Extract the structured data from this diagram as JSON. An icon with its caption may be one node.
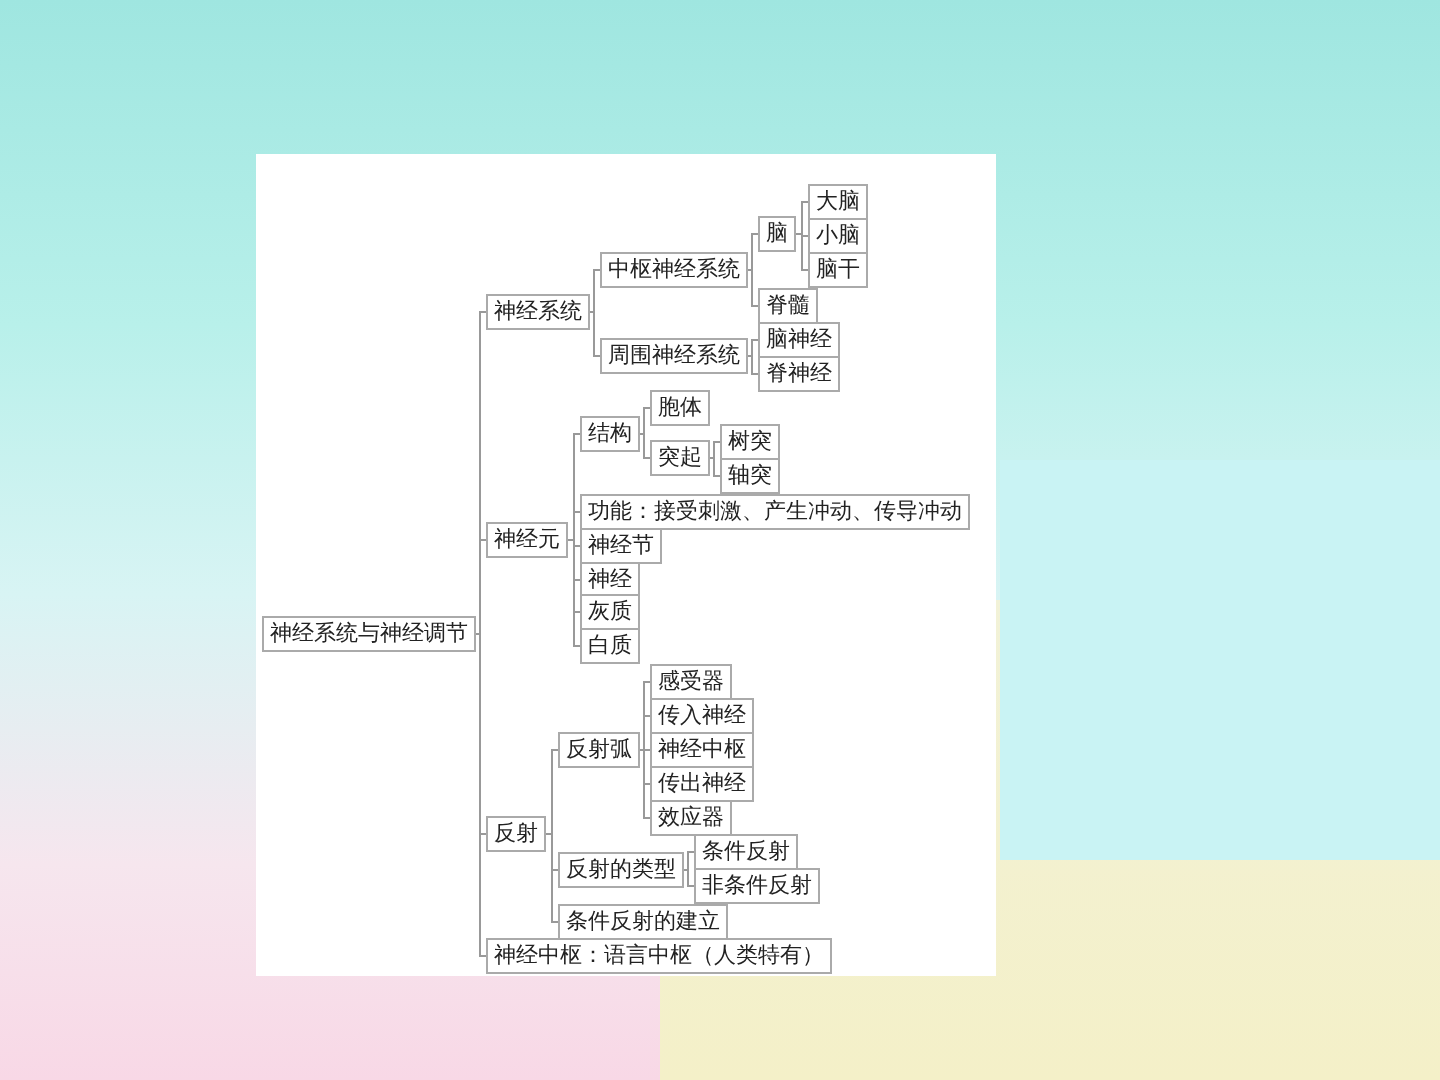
{
  "diagram": {
    "nodes": [
      {
        "text": [
          "神经系统与神经调节"
        ]
      },
      {
        "text": [
          "神经系统"
        ]
      },
      {
        "text": [
          "中枢神经系统"
        ]
      },
      {
        "text": [
          "脑"
        ]
      },
      {
        "text": [
          "大脑"
        ]
      },
      {
        "text": [
          "小脑"
        ]
      },
      {
        "text": [
          "脑干"
        ]
      },
      {
        "text": [
          "脊髓"
        ]
      },
      {
        "text": [
          "周围神经系统"
        ]
      },
      {
        "text": [
          "脑神经"
        ]
      },
      {
        "text": [
          "脊神经"
        ]
      },
      {
        "text": [
          "神经元"
        ]
      },
      {
        "text": [
          "结构"
        ]
      },
      {
        "text": [
          "胞体"
        ]
      },
      {
        "text": [
          "突起"
        ]
      },
      {
        "text": [
          "树突"
        ]
      },
      {
        "text": [
          "轴突"
        ]
      },
      {
        "text": [
          "功能：接受刺激、产生冲动、传导冲动"
        ]
      },
      {
        "text": [
          "神经节"
        ]
      },
      {
        "text": [
          "神经"
        ]
      },
      {
        "text": [
          "灰质"
        ]
      },
      {
        "text": [
          "白质"
        ]
      },
      {
        "text": [
          "反射"
        ]
      },
      {
        "text": [
          "反射弧"
        ]
      },
      {
        "text": [
          "感受器"
        ]
      },
      {
        "text": [
          "传入神经"
        ]
      },
      {
        "text": [
          "神经中枢"
        ]
      },
      {
        "text": [
          "传出神经"
        ]
      },
      {
        "text": [
          "效应器"
        ]
      },
      {
        "text": [
          "反射的类型"
        ]
      },
      {
        "text": [
          "条件反射"
        ]
      },
      {
        "text": [
          "非条件反射"
        ]
      },
      {
        "text": [
          "条件反射的建立"
        ]
      },
      {
        "text": [
          "神经中枢：语言中枢（人类特有）"
        ]
      }
    ],
    "edges": [
      {
        "from": 0,
        "to": 1,
        "arrow": "none"
      },
      {
        "from": 0,
        "to": 11,
        "arrow": "none"
      },
      {
        "from": 0,
        "to": 22,
        "arrow": "none"
      },
      {
        "from": 0,
        "to": 33,
        "arrow": "none"
      },
      {
        "from": 1,
        "to": 2,
        "arrow": "none"
      },
      {
        "from": 1,
        "to": 8,
        "arrow": "none"
      },
      {
        "from": 2,
        "to": 3,
        "arrow": "none"
      },
      {
        "from": 2,
        "to": 7,
        "arrow": "none"
      },
      {
        "from": 3,
        "to": 4,
        "arrow": "none"
      },
      {
        "from": 3,
        "to": 5,
        "arrow": "none"
      },
      {
        "from": 3,
        "to": 6,
        "arrow": "none"
      },
      {
        "from": 8,
        "to": 9,
        "arrow": "none"
      },
      {
        "from": 8,
        "to": 10,
        "arrow": "none"
      },
      {
        "from": 11,
        "to": 12,
        "arrow": "none"
      },
      {
        "from": 11,
        "to": 17,
        "arrow": "none"
      },
      {
        "from": 11,
        "to": 18,
        "arrow": "none"
      },
      {
        "from": 11,
        "to": 19,
        "arrow": "none"
      },
      {
        "from": 11,
        "to": 20,
        "arrow": "none"
      },
      {
        "from": 11,
        "to": 21,
        "arrow": "none"
      },
      {
        "from": 12,
        "to": 13,
        "arrow": "none"
      },
      {
        "from": 12,
        "to": 14,
        "arrow": "none"
      },
      {
        "from": 14,
        "to": 15,
        "arrow": "none"
      },
      {
        "from": 14,
        "to": 16,
        "arrow": "none"
      },
      {
        "from": 22,
        "to": 23,
        "arrow": "none"
      },
      {
        "from": 22,
        "to": 29,
        "arrow": "none"
      },
      {
        "from": 22,
        "to": 32,
        "arrow": "none"
      },
      {
        "from": 23,
        "to": 24,
        "arrow": "none"
      },
      {
        "from": 23,
        "to": 25,
        "arrow": "none"
      },
      {
        "from": 23,
        "to": 26,
        "arrow": "none"
      },
      {
        "from": 23,
        "to": 27,
        "arrow": "none"
      },
      {
        "from": 23,
        "to": 28,
        "arrow": "none"
      },
      {
        "from": 29,
        "to": 30,
        "arrow": "none"
      },
      {
        "from": 29,
        "to": 31,
        "arrow": "none"
      }
    ]
  }
}
